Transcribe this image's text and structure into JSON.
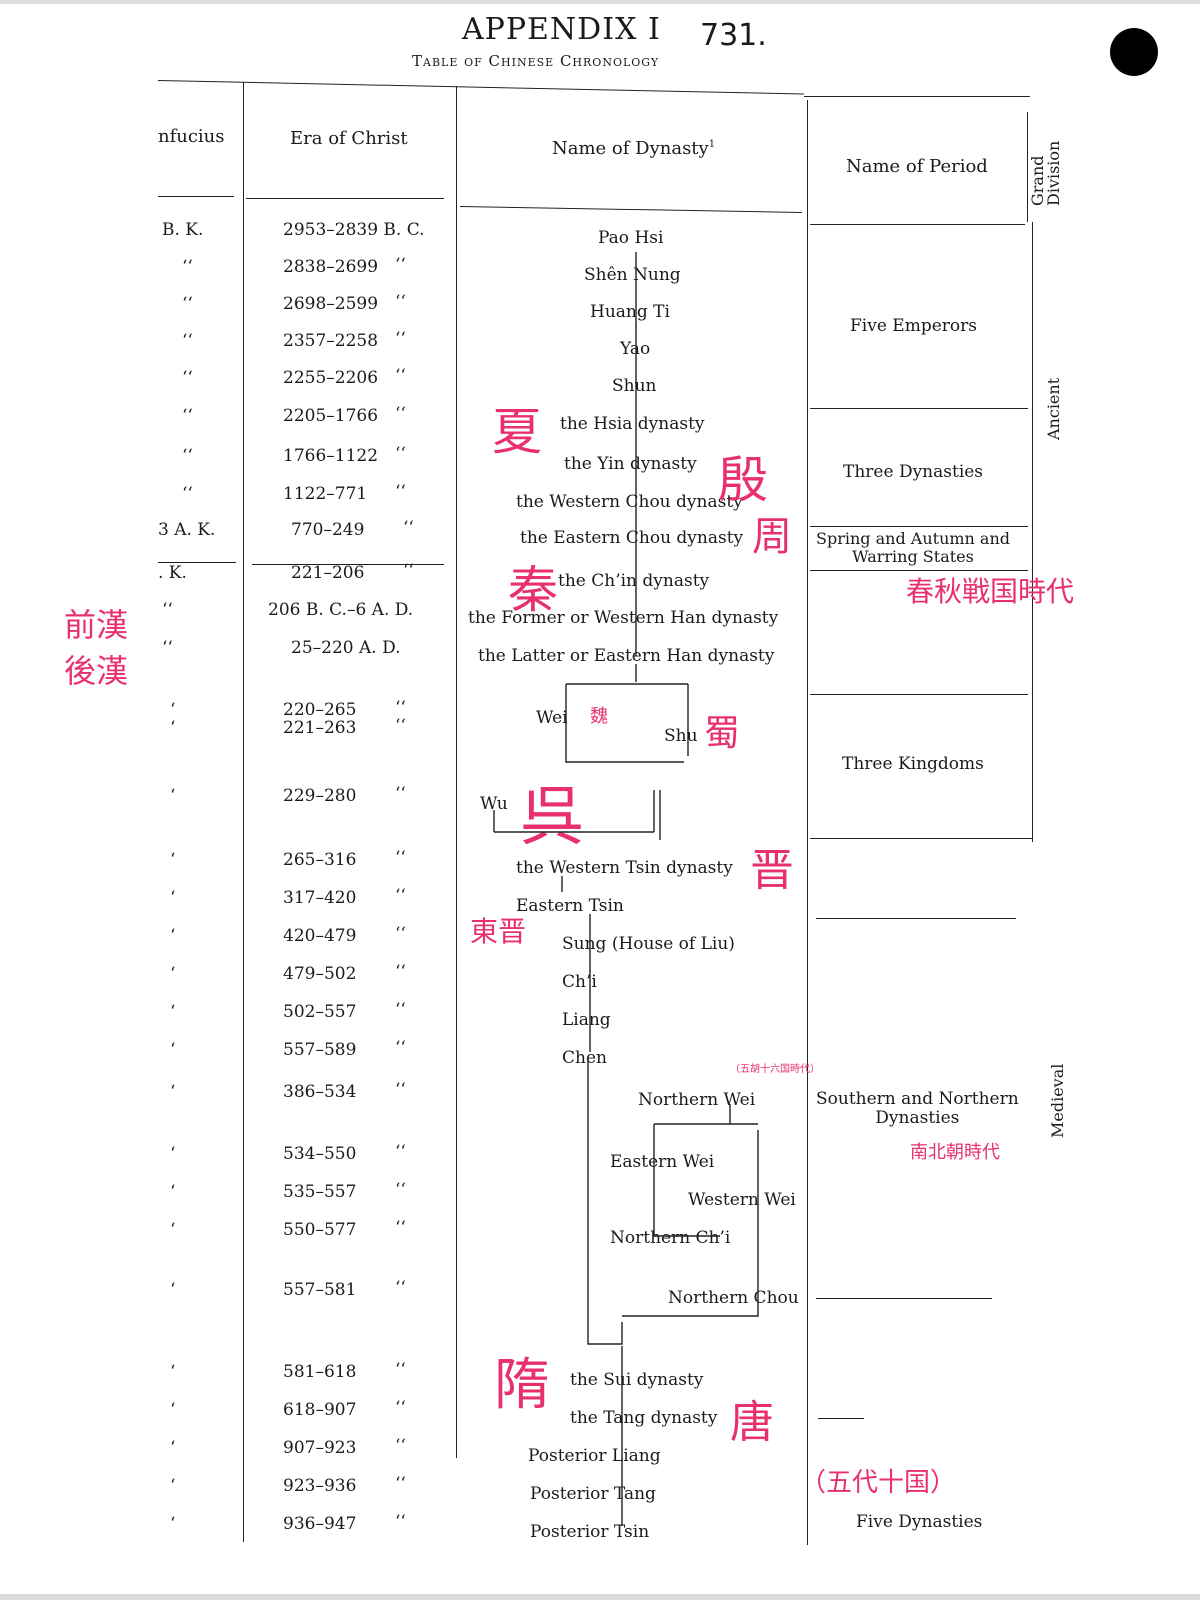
{
  "page": {
    "title": "APPENDIX I",
    "handwritten_number": "731.",
    "subtitle": "Table of Chinese Chronology"
  },
  "headers": {
    "confucius": "nfucius",
    "era_of_christ": "Era of Christ",
    "name_of_dynasty": "Name of Dynasty",
    "footnote_mark": "1",
    "name_of_period": "Name of Period",
    "grand_division": "Grand Division"
  },
  "rows": [
    {
      "conf": "B. K.",
      "era": "2953–2839 B. C.",
      "dynasty": "Pao Hsi"
    },
    {
      "conf": "‘‘",
      "era": "2838–2699",
      "era_mark": "‘‘",
      "dynasty": "Shên Nung"
    },
    {
      "conf": "‘‘",
      "era": "2698–2599",
      "era_mark": "‘‘",
      "dynasty": "Huang Ti"
    },
    {
      "conf": "‘‘",
      "era": "2357–2258",
      "era_mark": "‘‘",
      "dynasty": "Yao"
    },
    {
      "conf": "‘‘",
      "era": "2255–2206",
      "era_mark": "‘‘",
      "dynasty": "Shun"
    },
    {
      "conf": "‘‘",
      "era": "2205–1766",
      "era_mark": "‘‘",
      "dynasty": "the Hsia dynasty"
    },
    {
      "conf": "‘‘",
      "era": "1766–1122",
      "era_mark": "‘‘",
      "dynasty": "the Yin dynasty"
    },
    {
      "conf": "‘‘",
      "era": "1122–771",
      "era_mark": "‘‘",
      "dynasty": "the Western Chou dynasty"
    },
    {
      "conf": "3 A. K.",
      "era": "770–249",
      "era_mark": "‘‘",
      "dynasty": "the Eastern Chou dynasty"
    },
    {
      "conf": ". K.",
      "era": "221–206",
      "era_mark": "‘‘",
      "dynasty": "the Ch’in dynasty"
    },
    {
      "conf": "‘‘",
      "era": "206 B. C.–6 A. D.",
      "dynasty": "the Former or Western Han dynasty"
    },
    {
      "conf": "‘‘",
      "era": "25–220 A. D.",
      "dynasty": "the Latter or Eastern Han dynasty"
    },
    {
      "conf": "‘",
      "era": "220–265",
      "era_mark": "‘‘",
      "dynasty": "Wei"
    },
    {
      "conf": "‘",
      "era": "221–263",
      "era_mark": "‘‘",
      "dynasty": "Shu"
    },
    {
      "conf": "‘",
      "era": "229–280",
      "era_mark": "‘‘",
      "dynasty": "Wu"
    },
    {
      "conf": "‘",
      "era": "265–316",
      "era_mark": "‘‘",
      "dynasty": "the Western Tsin dynasty"
    },
    {
      "conf": "‘",
      "era": "317–420",
      "era_mark": "‘‘",
      "dynasty": "Eastern Tsin"
    },
    {
      "conf": "‘",
      "era": "420–479",
      "era_mark": "‘‘",
      "dynasty": "Sung (House of Liu)"
    },
    {
      "conf": "‘",
      "era": "479–502",
      "era_mark": "‘‘",
      "dynasty": "Ch’i"
    },
    {
      "conf": "‘",
      "era": "502–557",
      "era_mark": "‘‘",
      "dynasty": "Liang"
    },
    {
      "conf": "‘",
      "era": "557–589",
      "era_mark": "‘‘",
      "dynasty": "Chen"
    },
    {
      "conf": "‘",
      "era": "386–534",
      "era_mark": "‘‘",
      "dynasty": "Northern Wei"
    },
    {
      "conf": "‘",
      "era": "534–550",
      "era_mark": "‘‘",
      "dynasty": "Eastern Wei"
    },
    {
      "conf": "‘",
      "era": "535–557",
      "era_mark": "‘‘",
      "dynasty": "Western Wei"
    },
    {
      "conf": "‘",
      "era": "550–577",
      "era_mark": "‘‘",
      "dynasty": "Northern Ch’i"
    },
    {
      "conf": "‘",
      "era": "557–581",
      "era_mark": "‘‘",
      "dynasty": "Northern Chou"
    },
    {
      "conf": "‘",
      "era": "581–618",
      "era_mark": "‘‘",
      "dynasty": "the Sui dynasty"
    },
    {
      "conf": "‘",
      "era": "618–907",
      "era_mark": "‘‘",
      "dynasty": "the Tang dynasty"
    },
    {
      "conf": "‘",
      "era": "907–923",
      "era_mark": "‘‘",
      "dynasty": "Posterior Liang"
    },
    {
      "conf": "‘",
      "era": "923–936",
      "era_mark": "‘‘",
      "dynasty": "Posterior Tang"
    },
    {
      "conf": "‘",
      "era": "936–947",
      "era_mark": "‘‘",
      "dynasty": "Posterior Tsin"
    }
  ],
  "periods": {
    "five_emperors": "Five Emperors",
    "three_dynasties": "Three Dynasties",
    "spring_autumn_1": "Spring and Autumn and",
    "spring_autumn_2": "Warring States",
    "three_kingdoms": "Three Kingdoms",
    "southern_northern_1": "Southern and Northern",
    "southern_northern_2": "Dynasties",
    "five_dynasties": "Five Dynasties"
  },
  "divisions": {
    "ancient": "Ancient",
    "medieval": "Medieval"
  },
  "annotations": {
    "xia": "夏",
    "yin": "殷",
    "zhou": "周",
    "qin": "秦",
    "chunqiu": "春秋戦国時代",
    "qianhan": "前漢",
    "houhan": "後漢",
    "wei": "魏",
    "shu": "蜀",
    "wu": "呉",
    "jin": "晋",
    "dongjin": "東晋",
    "wuhu": "（五胡十六国時代）",
    "nanbeichao": "南北朝時代",
    "sui": "隋",
    "tang": "唐",
    "wudai": "（五代十国）"
  },
  "colors": {
    "annotation": "#e8316b",
    "ink": "#1a1a1a"
  }
}
